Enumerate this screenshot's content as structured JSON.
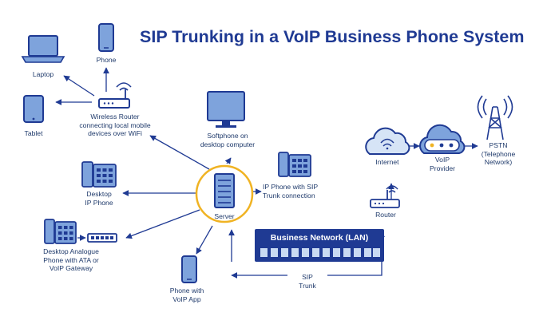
{
  "title": "SIP Trunking in a VoIP Business Phone System",
  "nodes": {
    "laptop": "Laptop",
    "phone": "Phone",
    "tablet": "Tablet",
    "wireless_router": "Wireless Router\nconnecting local mobile\ndevices over WiFi",
    "softphone": "Softphone on\ndesktop computer",
    "desktop_ip_phone": "Desktop\nIP Phone",
    "ip_phone_sip": "IP Phone with SIP\nTrunk connection",
    "server": "Server",
    "analogue_phone": "Desktop Analogue\nPhone with ATA or\nVoIP Gateway",
    "voip_app_phone": "Phone with\nVoIP App",
    "business_network": "Business Network (LAN)",
    "internet": "Internet",
    "router": "Router",
    "voip_provider": "VoIP\nProvider",
    "pstn": "PSTN\n(Telephone\nNetwork)",
    "sip_trunk": "SIP\nTrunk"
  },
  "colors": {
    "primary": "#1f3a93",
    "device_fill": "#7ea3dc",
    "light_fill": "#c9daf2",
    "cloud_fill": "#d6e4f6",
    "accent": "#f0b323"
  }
}
